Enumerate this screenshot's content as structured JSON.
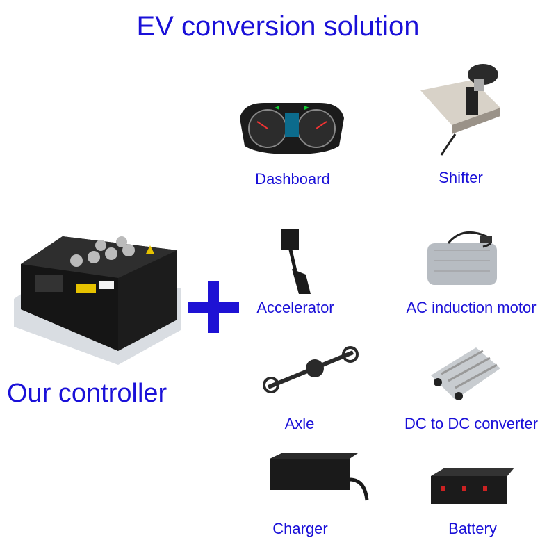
{
  "title": "EV conversion solution",
  "controller": {
    "label": "Our controller"
  },
  "components": {
    "dashboard": "Dashboard",
    "shifter": "Shifter",
    "accelerator": "Accelerator",
    "motor": "AC induction motor",
    "axle": "Axle",
    "converter": "DC to DC converter",
    "charger": "Charger",
    "battery": "Battery"
  },
  "colors": {
    "text": "#1a10d8",
    "plus": "#1e12d4"
  }
}
